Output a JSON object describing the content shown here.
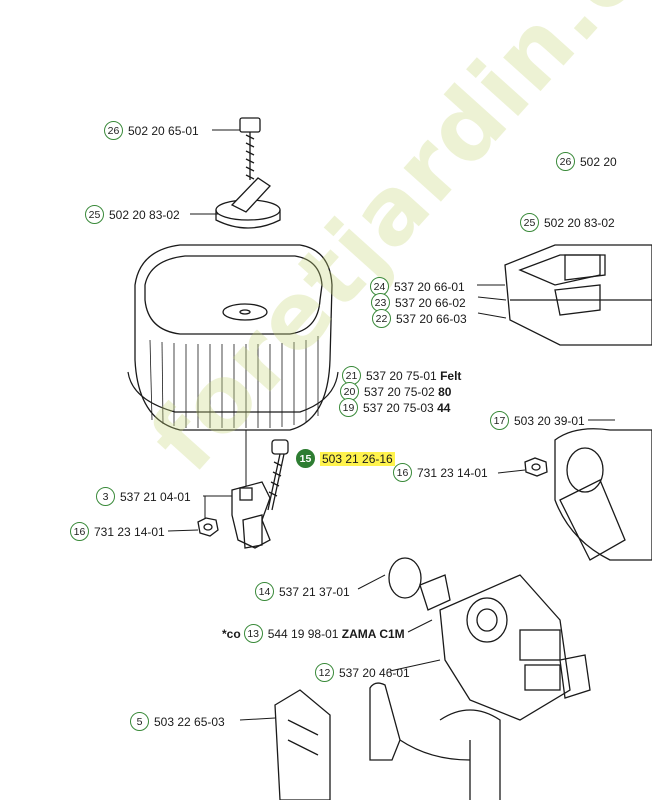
{
  "watermark": "foretjardin.com",
  "callouts": [
    {
      "id": "c26a",
      "num": "26",
      "part": "502 20 65-01"
    },
    {
      "id": "c26b",
      "num": "26",
      "part": "502 20"
    },
    {
      "id": "c25a",
      "num": "25",
      "part": "502 20 83-02"
    },
    {
      "id": "c25b",
      "num": "25",
      "part": "502 20 83-02"
    },
    {
      "id": "c24",
      "num": "24",
      "part": "537 20 66-01"
    },
    {
      "id": "c23",
      "num": "23",
      "part": "537 20 66-02"
    },
    {
      "id": "c22",
      "num": "22",
      "part": "537 20 66-03"
    },
    {
      "id": "c21",
      "num": "21",
      "part": "537 20 75-01",
      "suffix": "Felt"
    },
    {
      "id": "c20",
      "num": "20",
      "part": "537 20 75-02",
      "suffix": "80"
    },
    {
      "id": "c19",
      "num": "19",
      "part": "537 20 75-03",
      "suffix": "44"
    },
    {
      "id": "c17",
      "num": "17",
      "part": "503 20 39-01"
    },
    {
      "id": "c15",
      "num": "15",
      "part": "503 21 26-16"
    },
    {
      "id": "c16a",
      "num": "16",
      "part": "731 23 14-01"
    },
    {
      "id": "c3",
      "num": "3",
      "part": "537 21 04-01"
    },
    {
      "id": "c16b",
      "num": "16",
      "part": "731 23 14-01"
    },
    {
      "id": "c14",
      "num": "14",
      "part": "537 21 37-01"
    },
    {
      "id": "c13",
      "num": "13",
      "part": "544 19 98-01",
      "prefix": "*co",
      "suffix": "ZAMA C1M"
    },
    {
      "id": "c12",
      "num": "12",
      "part": "537 20 46-01"
    },
    {
      "id": "c5",
      "num": "5",
      "part": "503 22 65-03"
    }
  ]
}
